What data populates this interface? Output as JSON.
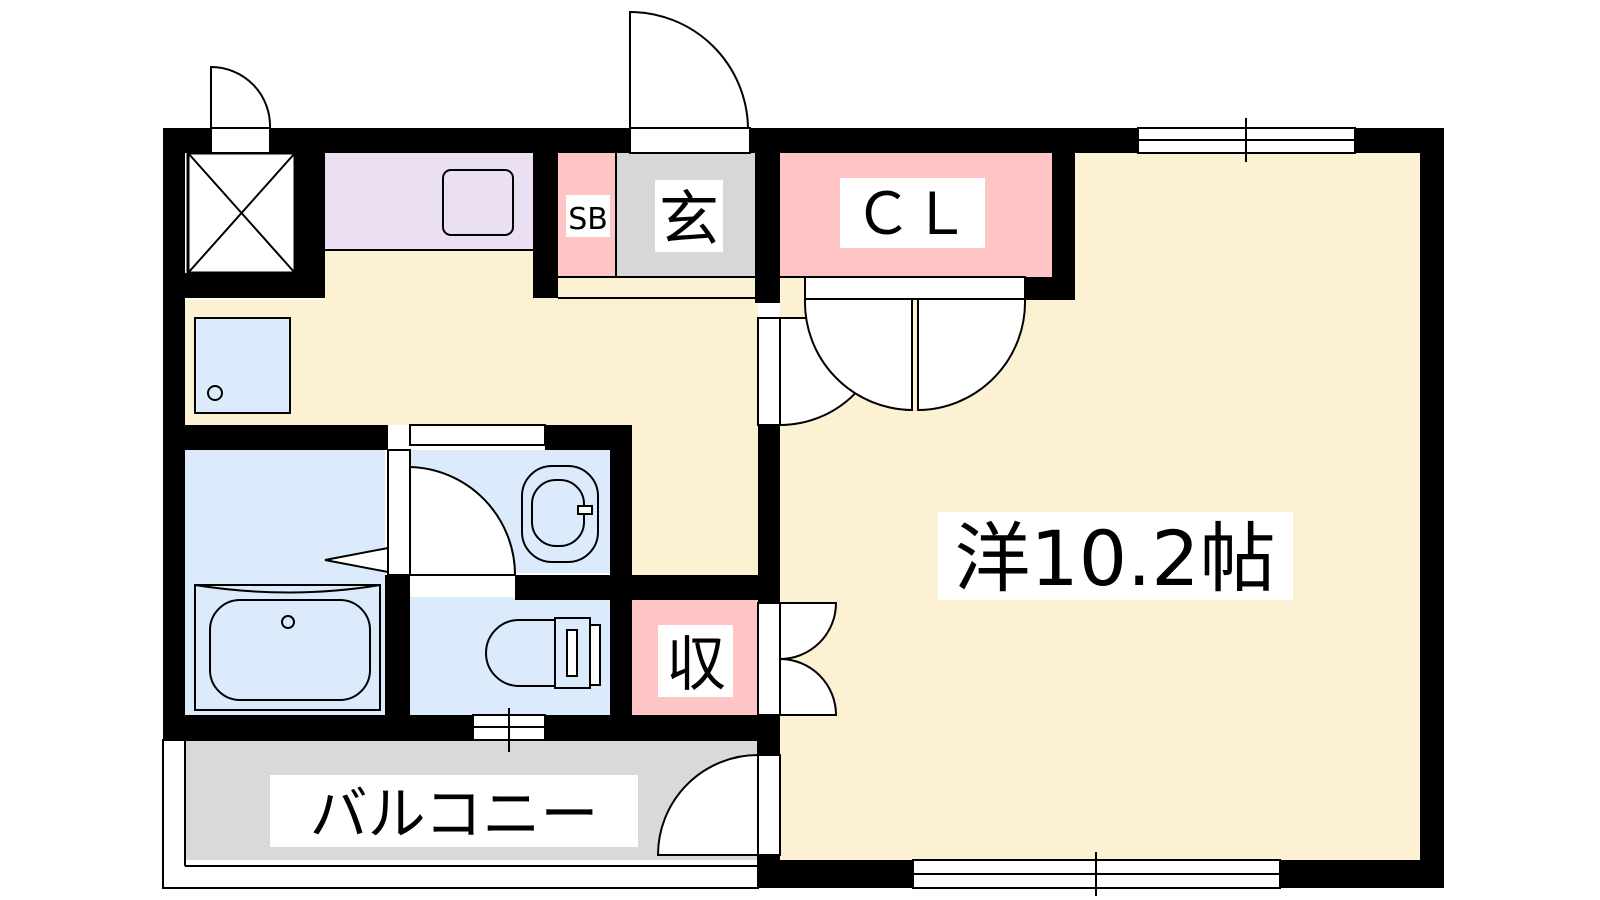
{
  "plan": {
    "colors": {
      "wall": "#000000",
      "floor": "#fdf1d3",
      "storage": "#ffc5c5",
      "entrance": "#d7d7d7",
      "kitchen": "#ebdff4",
      "wet": "#dcebfb",
      "balcony": "#d9d9d9",
      "label_bg": "#ffffff"
    },
    "labels": {
      "main_room": "洋10.2帖",
      "closet": "ＣＬ",
      "entrance": "玄",
      "shoe_box": "SB",
      "storage": "収",
      "balcony": "バルコニー"
    },
    "icons": {
      "utility": "pipe-space-x-icon",
      "washer": "washing-machine-pan-icon",
      "bath": "bathtub-icon",
      "sink": "wash-basin-icon",
      "toilet": "toilet-icon"
    }
  }
}
